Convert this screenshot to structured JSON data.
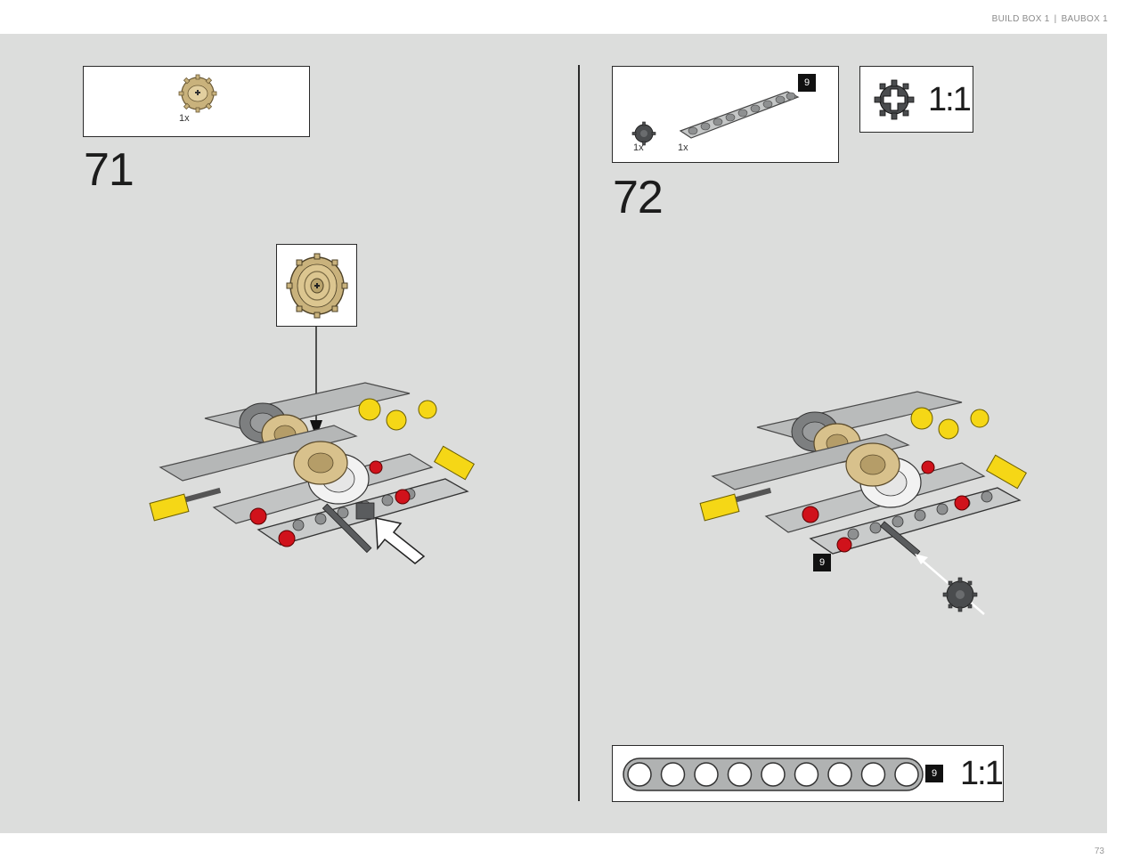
{
  "header": {
    "left": "BUILD BOX 1",
    "separator": "|",
    "right": "BAUBOX 1"
  },
  "page_number": "73",
  "colors": {
    "background": "#dcdddc",
    "tan": "#d8c18c",
    "yellow": "#f5d716",
    "red": "#d0121b",
    "light_gray": "#b9bbbb",
    "dark_gray": "#5a5c5e"
  },
  "step71": {
    "number": "71",
    "parts": [
      {
        "qty": "1x",
        "icon": "tan-gear-icon"
      }
    ],
    "subassembly_icon": "tan-gear-icon"
  },
  "step72": {
    "number": "72",
    "parts": [
      {
        "qty": "1x",
        "icon": "dark-gear-icon"
      },
      {
        "qty": "1x",
        "icon": "beam-icon",
        "length": "9"
      }
    ],
    "scale_box": {
      "icon": "gear-scale-icon",
      "label": "1:1"
    },
    "callout_badge": "9",
    "beam_ruler": {
      "length": "9",
      "label": "1:1",
      "holes": 9
    }
  }
}
